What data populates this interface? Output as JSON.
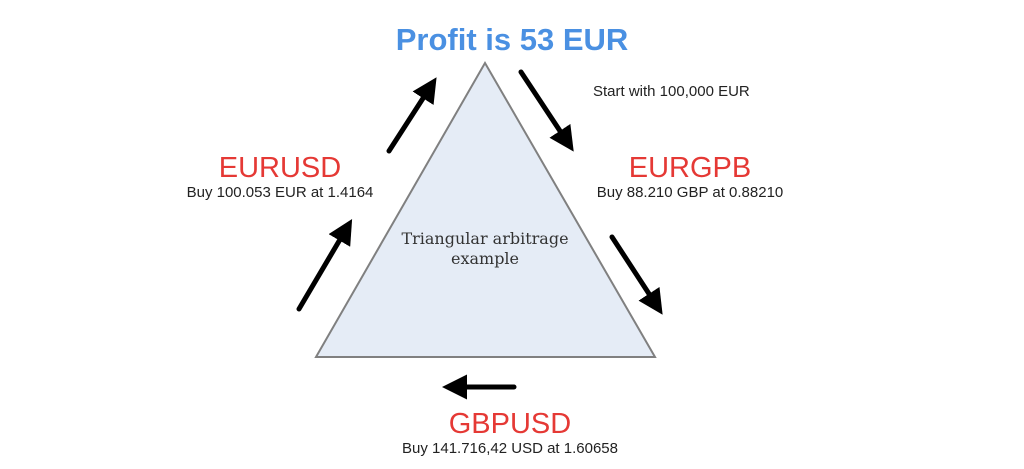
{
  "title": "Profit is 53 EUR",
  "note": "Start with 100,000 EUR",
  "center_label": {
    "line1": "Triangular arbitrage",
    "line2": "example"
  },
  "legs": [
    {
      "pair": "EURUSD",
      "trade": "Buy 100.053 EUR at 1.4164"
    },
    {
      "pair": "EURGPB",
      "trade": "Buy 88.210 GBP at 0.88210"
    },
    {
      "pair": "GBPUSD",
      "trade": "Buy 141.716,42 USD at 1.60658"
    }
  ],
  "colors": {
    "title": "#4a90e2",
    "pair": "#e53935",
    "triangle_fill": "#e5ecf6",
    "triangle_stroke": "#808080",
    "arrow": "#000000"
  }
}
